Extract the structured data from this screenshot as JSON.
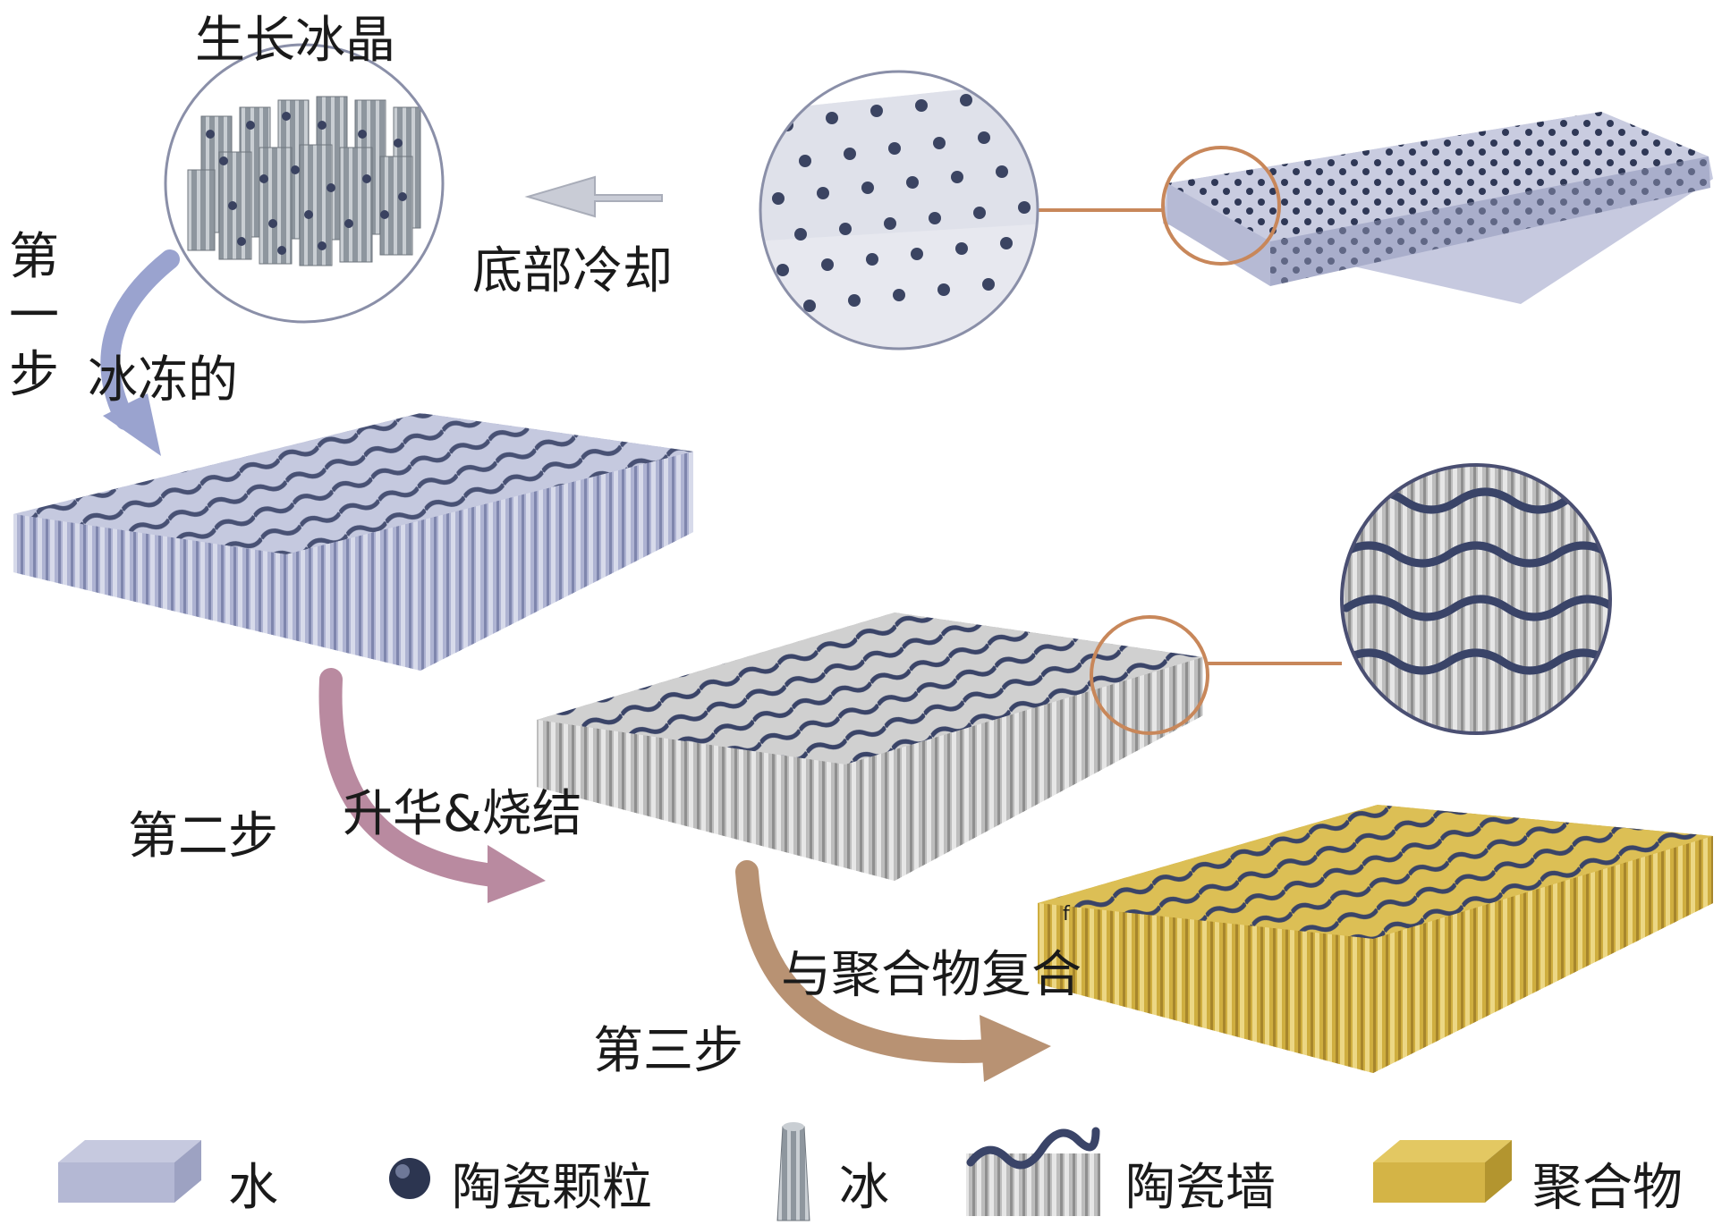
{
  "labels": {
    "grow_ice": "生长冰晶",
    "bottom_cooling": "底部冷却",
    "step1_chars": [
      "第",
      "一",
      "步"
    ],
    "frozen": "冰冻的",
    "step2": "第二步",
    "sublimation": "升华&烧结",
    "step3": "第三步",
    "composite": "与聚合物复合",
    "small_mark": "f"
  },
  "legend": [
    {
      "label": "水",
      "icon": "water-slab-icon",
      "color": "#b9bedb"
    },
    {
      "label": "陶瓷颗粒",
      "icon": "ceramic-particle-icon",
      "color": "#2c3550"
    },
    {
      "label": "冰",
      "icon": "ice-column-icon",
      "color": "#9aa0a8"
    },
    {
      "label": "陶瓷墙",
      "icon": "ceramic-wall-icon",
      "color": "#c6c6c6"
    },
    {
      "label": "聚合物",
      "icon": "polymer-slab-icon",
      "color": "#d9b84a"
    }
  ],
  "colors": {
    "water": "#b9bedb",
    "particle": "#2c3550",
    "ice": "#a4aab2",
    "wall": "#c8c8c8",
    "polymer": "#d9b84a",
    "arrow_step1": "#9aa3cf",
    "arrow_step2": "#b98aa0",
    "arrow_step3": "#b89273",
    "callout_orange": "#c8875a",
    "callout_navy": "#4a4f72"
  }
}
